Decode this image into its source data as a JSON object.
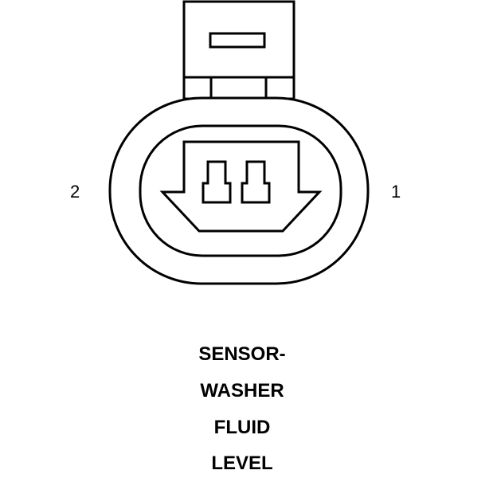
{
  "connector": {
    "pins": [
      {
        "label": "2"
      },
      {
        "label": "1"
      }
    ],
    "caption_lines": [
      "SENSOR-",
      "WASHER",
      "FLUID",
      "LEVEL"
    ],
    "line_color": "#000000",
    "fill_color": "#ffffff"
  }
}
